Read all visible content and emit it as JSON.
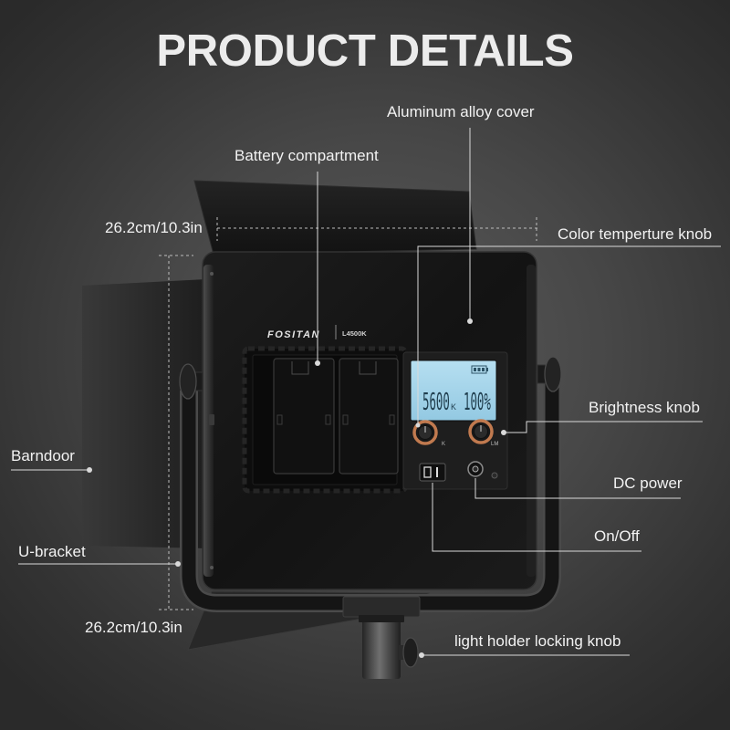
{
  "title": "PRODUCT DETAILS",
  "callouts": {
    "aluminum_alloy_cover": "Aluminum alloy cover",
    "battery_compartment": "Battery compartment",
    "width_dimension": "26.2cm/10.3in",
    "color_temperature_knob": "Color temperture knob",
    "brightness_knob": "Brightness knob",
    "barndoor": "Barndoor",
    "dc_power": "DC power",
    "u_bracket": "U-bracket",
    "on_off": "On/Off",
    "height_dimension": "26.2cm/10.3in",
    "locking_knob": "light holder locking knob"
  },
  "device": {
    "brand": "FOSITAN",
    "model": "L4500K",
    "lcd": {
      "color_temperature": "5600",
      "color_temperature_unit": "K",
      "brightness": "100%"
    },
    "knob_labels": {
      "left": "K",
      "right": "LM"
    }
  },
  "icons": [
    "battery-level-icon",
    "power-switch-icon",
    "dc-jack-icon"
  ],
  "colors": {
    "background": "#474747",
    "label_text": "#f2f2f2",
    "leader_line": "#d9d9d9",
    "knob_accent": "#c17a4f",
    "lcd_screen": "#93c9e2"
  }
}
